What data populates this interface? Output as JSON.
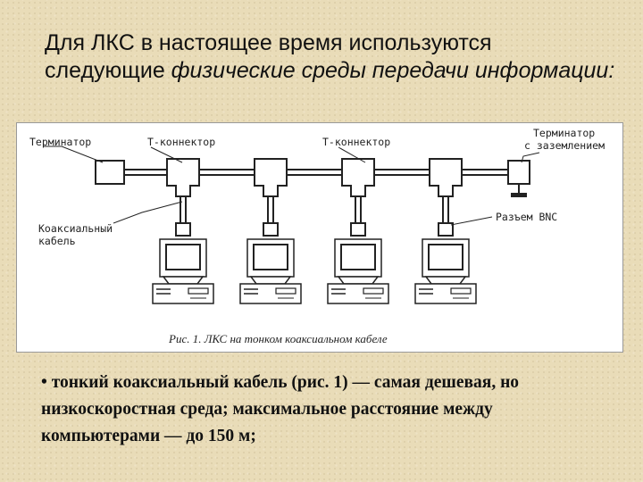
{
  "slide": {
    "title_plain": "Для ЛКС в настоящее время используются следующие ",
    "title_italic": "физические среды передачи информации:",
    "bullet_text": "• тонкий коаксиальный кабель (рис. 1) — самая дешевая, но низкоскоростная среда; максимальное расстояние между компьютерами — до 150 м;"
  },
  "figure": {
    "labels": {
      "terminator": "Терминатор",
      "t_connector_1": "Т-коннектор",
      "t_connector_2": "Т-коннектор",
      "grounded_terminator_line1": "Терминатор",
      "grounded_terminator_line2": "с заземлением",
      "coax_line1": "Коаксиальный",
      "coax_line2": "кабель",
      "bnc": "Разъем BNC"
    },
    "caption": "Рис. 1. ЛКС на тонком коаксиальном кабеле"
  }
}
